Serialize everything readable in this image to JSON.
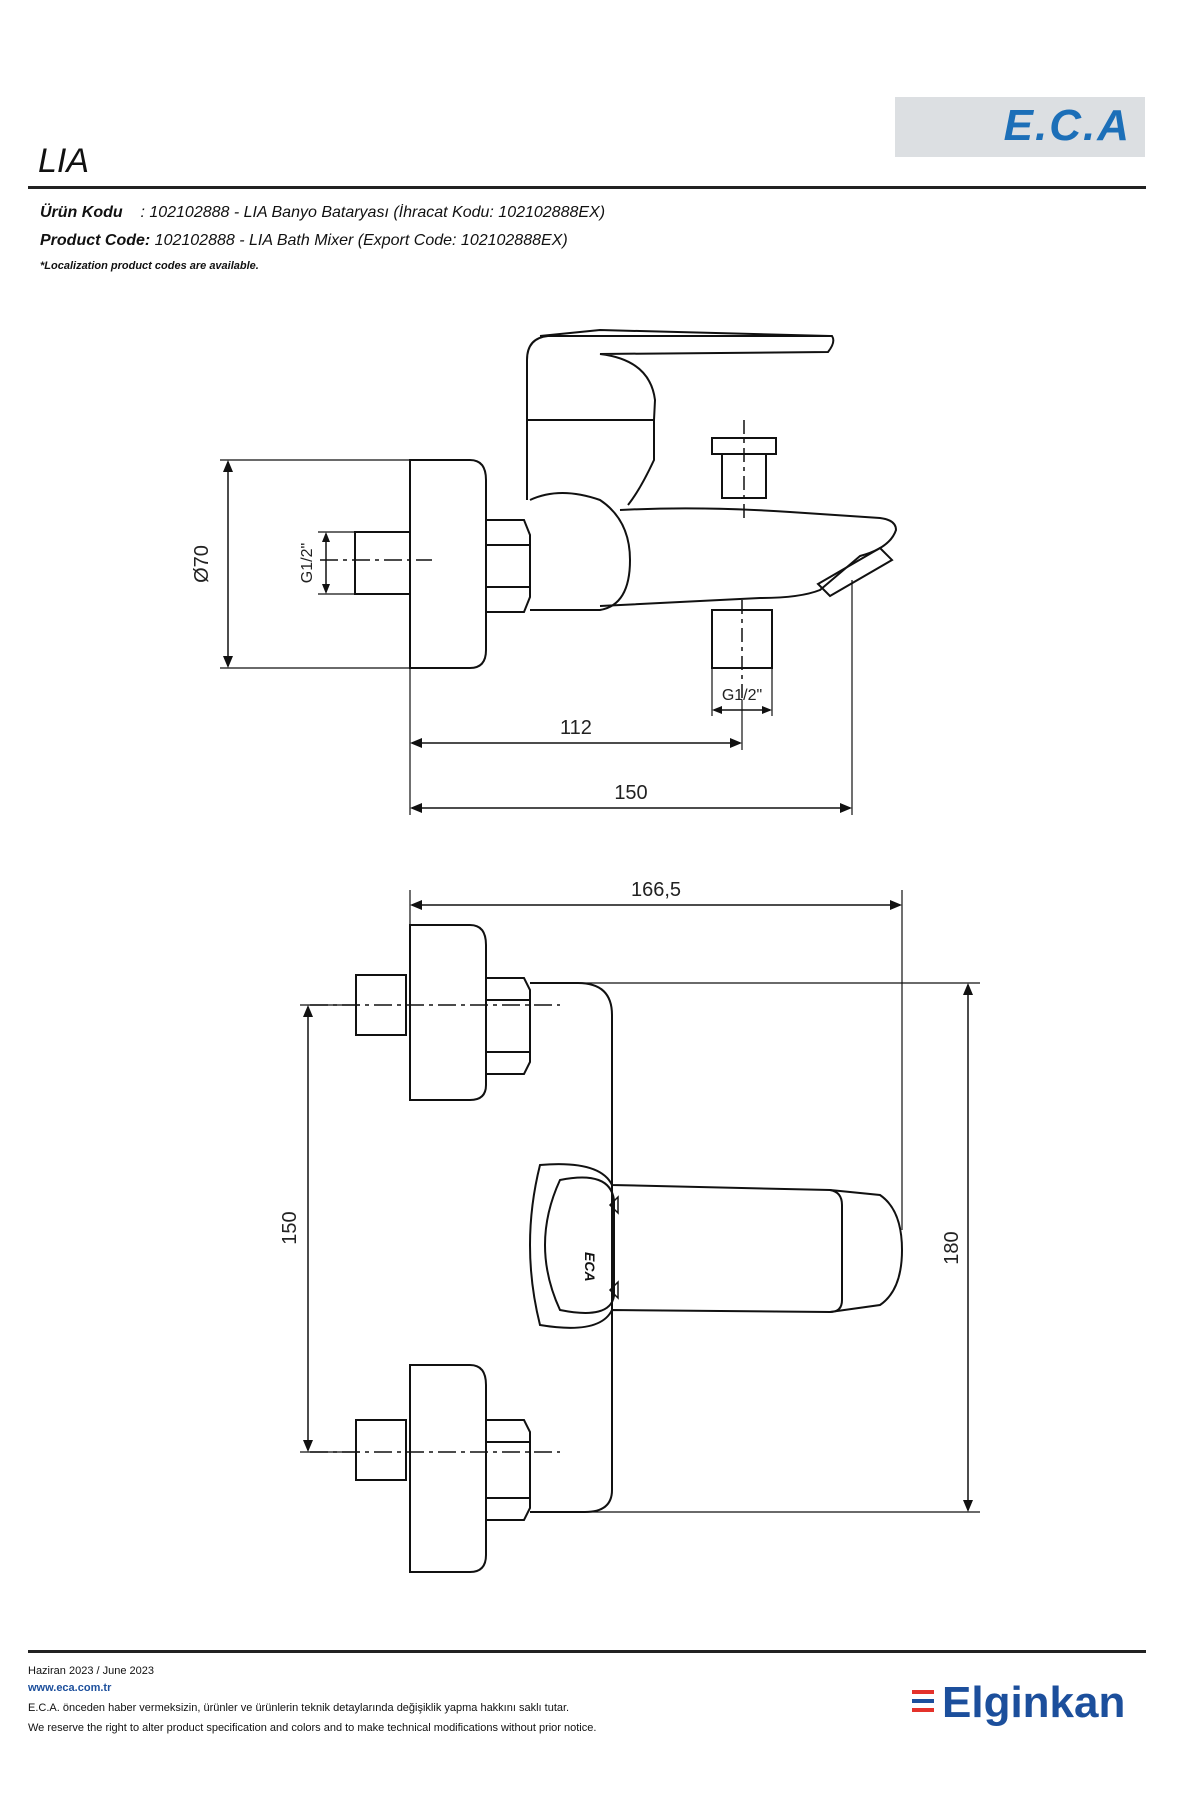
{
  "header": {
    "logo_text": "E.C.A",
    "title": "LIA"
  },
  "product": {
    "tr_label": "Ürün Kodu",
    "tr_value": ": 102102888 - LIA Banyo Bataryası (İhracat Kodu: 102102888EX)",
    "en_label": "Product Code:",
    "en_value": "102102888 - LIA Bath Mixer (Export Code: 102102888EX)",
    "note": "*Localization product codes are available."
  },
  "dimensions": {
    "diameter": "Ø70",
    "thread_inlet": "G1/2\"",
    "thread_outlet": "G1/2\"",
    "depth_inlet": "112",
    "depth_spout": "150",
    "total_depth": "166,5",
    "inlet_spacing": "150",
    "width": "180"
  },
  "footer": {
    "date": "Haziran 2023 / June 2023",
    "url": "www.eca.com.tr",
    "notice_tr": "E.C.A. önceden haber vermeksizin, ürünler ve ürünlerin teknik detaylarında değişiklik yapma hakkını saklı tutar.",
    "notice_en": "We reserve the right to alter product specification and colors and to make technical modifications without prior notice.",
    "brand": "Elginkan"
  },
  "colors": {
    "eca_blue": "#1c6fb8",
    "elginkan_blue": "#1c4f9c",
    "elginkan_red": "#e4322b"
  }
}
